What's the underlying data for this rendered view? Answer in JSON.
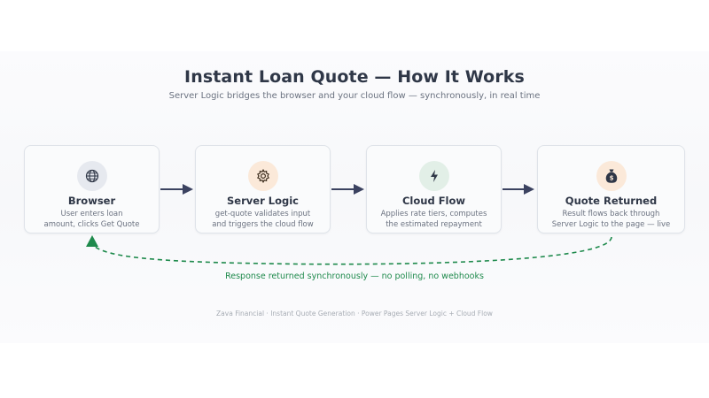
{
  "header": {
    "title": "Instant Loan Quote — How It Works",
    "subtitle": "Server Logic bridges the browser and your cloud flow — synchronously, in real time"
  },
  "steps": [
    {
      "title": "Browser",
      "desc_line1": "User enters loan",
      "desc_line2": "amount, clicks Get Quote",
      "icon": "globe-icon",
      "icon_bg": "#e6e9ef"
    },
    {
      "title": "Server Logic",
      "desc_line1": "get-quote validates input",
      "desc_line2": "and triggers the cloud flow",
      "icon": "gear-icon",
      "icon_bg": "#fbe9d9"
    },
    {
      "title": "Cloud Flow",
      "desc_line1": "Applies rate tiers, computes",
      "desc_line2": "the estimated repayment",
      "icon": "lightning-icon",
      "icon_bg": "#e2efe7"
    },
    {
      "title": "Quote Returned",
      "desc_line1": "Result flows back through",
      "desc_line2": "Server Logic to the page — live",
      "icon": "money-bag-icon",
      "icon_bg": "#fbe9d9"
    }
  ],
  "return_caption": "Response returned synchronously — no polling, no webhooks",
  "footer": "Zava Financial · Instant Quote Generation · Power Pages Server Logic + Cloud Flow",
  "colors": {
    "arrow": "#3b4260",
    "return_path": "#1e8a4c",
    "text_primary": "#2f3747",
    "text_secondary": "#6b7280"
  }
}
